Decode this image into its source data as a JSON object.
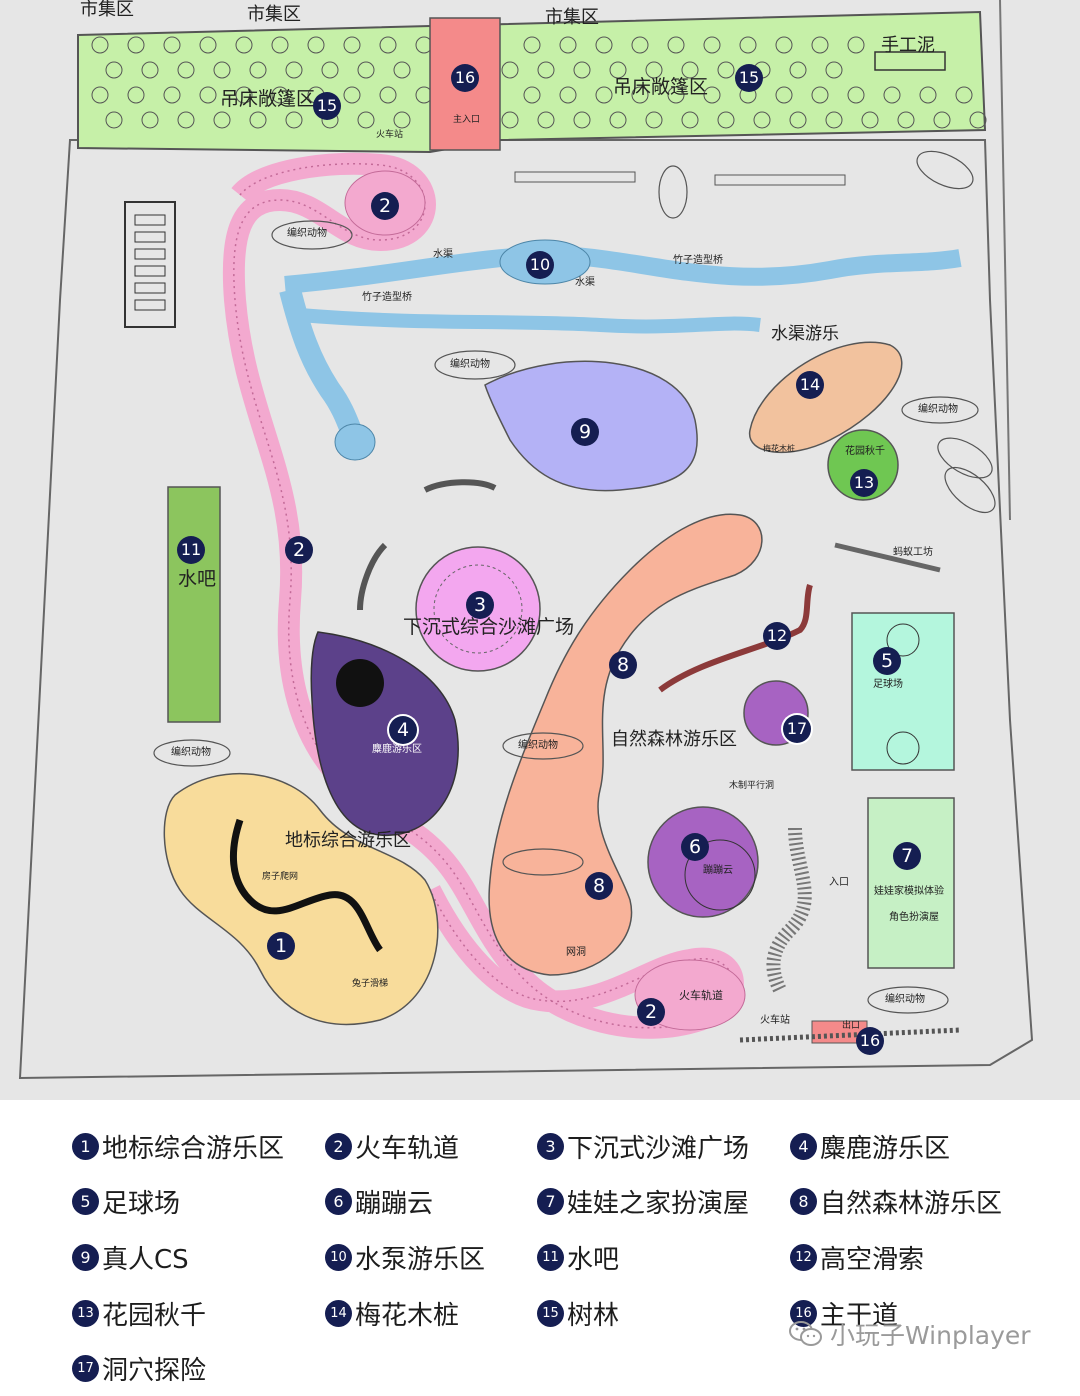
{
  "map": {
    "market_labels": [
      "市集区",
      "市集区",
      "市集区"
    ],
    "handcraft_label": "手工泥",
    "hammock_labels": [
      "吊床敞篷区",
      "吊床敞篷区"
    ],
    "main_entrance": "主入口",
    "exit_label": "出口",
    "train_station_top": "火车站",
    "train_station_bottom": "火车站",
    "train_track_label": "火车轨道",
    "knit_animal": "编织动物",
    "canal_labels": [
      "水渠",
      "水渠"
    ],
    "canal_play": "水渠游乐",
    "bamboo_bridge": "竹子造型桥",
    "ant_workshop": "蚂蚁工坊",
    "garden_swing": "花园秋千",
    "water_bar": "水吧",
    "sunken_plaza": "下沉式综合沙滩广场",
    "deer_zone": "麋鹿游乐区",
    "landmark_zone": "地标综合游乐区",
    "forest_zone": "自然森林游乐区",
    "football": "足球场",
    "trampoline_cloud": "蹦蹦云",
    "doll_house_1": "娃娃家模拟体验",
    "doll_house_2": "角色扮演屋",
    "entrance_arrow": "入口",
    "net_cave": "网洞",
    "wood_tunnel": "木制平行洞",
    "rabbit_slide": "兔子滑梯",
    "house_climb": "房子爬网",
    "plum_pile": "梅花木桩",
    "badges": {
      "b1": "1",
      "b2a": "2",
      "b2b": "2",
      "b2c": "2",
      "b3": "3",
      "b4": "4",
      "b5": "5",
      "b6": "6",
      "b7": "7",
      "b8a": "8",
      "b8b": "8",
      "b9": "9",
      "b10": "10",
      "b11": "11",
      "b12": "12",
      "b13": "13",
      "b14": "14",
      "b15a": "15",
      "b15b": "15",
      "b16a": "16",
      "b16b": "16",
      "b17": "17"
    },
    "colors": {
      "background": "#e6e6e6",
      "tree_zone": "#c6f0a8",
      "main_path": "#f48a8a",
      "train_track": "#f3a9cf",
      "canal": "#8ec5e6",
      "sand_plaza": "#f3a7ef",
      "deer_zone": "#5c418a",
      "landmark_zone": "#f8dc9b",
      "forest_zone": "#f8b39a",
      "cs_zone": "#b4b2f6",
      "water_bar": "#8cc55e",
      "football": "#b4f6dd",
      "doll_house": "#c6f0c5",
      "trampoline": "#a763c2",
      "swing": "#6fc752",
      "plum": "#f2c29e",
      "badge": "#151e52"
    }
  },
  "legend": [
    {
      "num": "1",
      "label": "地标综合游乐区"
    },
    {
      "num": "2",
      "label": "火车轨道"
    },
    {
      "num": "3",
      "label": "下沉式沙滩广场"
    },
    {
      "num": "4",
      "label": "麋鹿游乐区"
    },
    {
      "num": "5",
      "label": "足球场"
    },
    {
      "num": "6",
      "label": "蹦蹦云"
    },
    {
      "num": "7",
      "label": "娃娃之家扮演屋"
    },
    {
      "num": "8",
      "label": "自然森林游乐区"
    },
    {
      "num": "9",
      "label": "真人CS"
    },
    {
      "num": "10",
      "label": "水泵游乐区"
    },
    {
      "num": "11",
      "label": "水吧"
    },
    {
      "num": "12",
      "label": "高空滑索"
    },
    {
      "num": "13",
      "label": "花园秋千"
    },
    {
      "num": "14",
      "label": "梅花木桩"
    },
    {
      "num": "15",
      "label": "树林"
    },
    {
      "num": "16",
      "label": "主干道"
    },
    {
      "num": "17",
      "label": "洞穴探险"
    }
  ],
  "watermark": "小玩子Winplayer",
  "watermark_icon": "wechat-icon"
}
